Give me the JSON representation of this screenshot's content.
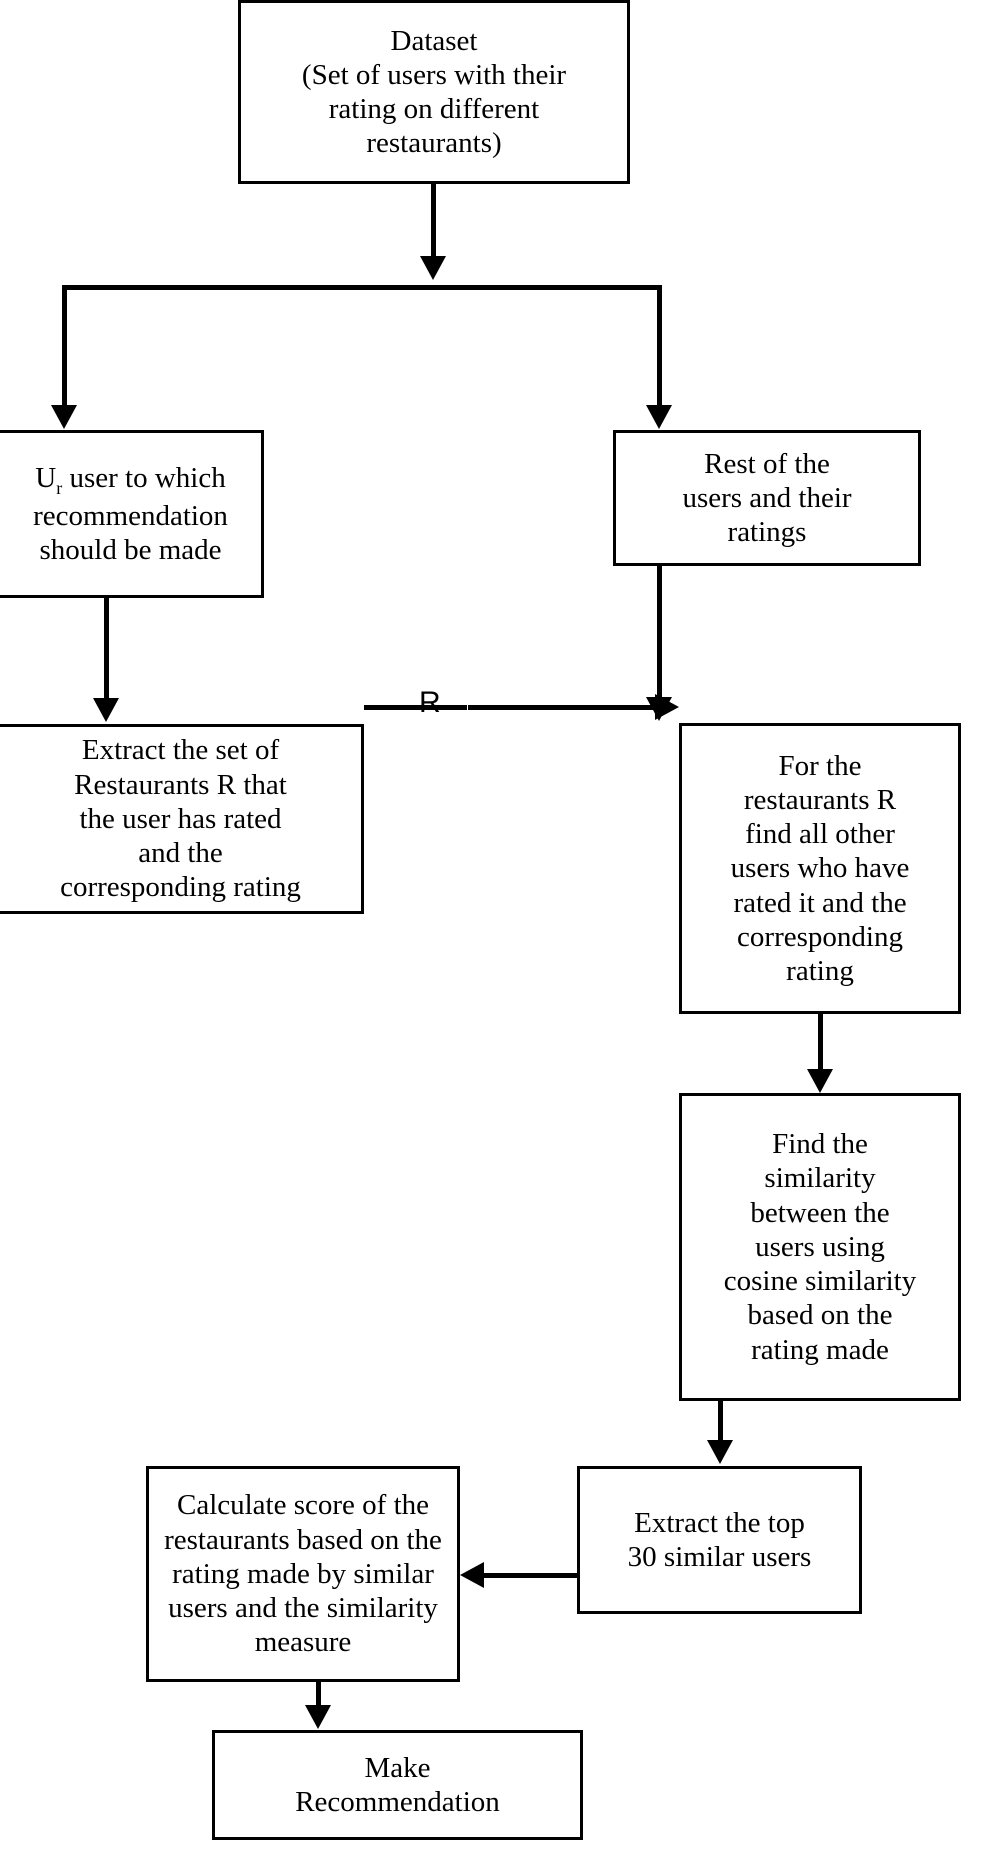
{
  "diagram": {
    "title": "Restaurant Recommendation System Flowchart",
    "background_color": "#ffffff",
    "stroke_color": "#000000",
    "nodes": {
      "dataset": {
        "label": "Dataset\n(Set of users with their\nrating on different\nrestaurants)"
      },
      "target_user": {
        "label_prefix": "U",
        "label_subscript": "r",
        "label_rest": " user to which\nrecommendation\nshould be made"
      },
      "rest_users": {
        "label": "Rest of the\nusers and their\nratings"
      },
      "extract_restaurants": {
        "label": "Extract the set of\nRestaurants R that\nthe user has rated\nand the\ncorresponding rating"
      },
      "find_other_users": {
        "label": "For the\nrestaurants R\nfind all other\nusers who have\nrated it and the\ncorresponding\nrating"
      },
      "find_similarity": {
        "label": "Find the\nsimilarity\nbetween the\nusers using\ncosine similarity\nbased on the\nrating made"
      },
      "top_similar_users": {
        "label": "Extract the top\n30 similar users"
      },
      "calculate_score": {
        "label": "Calculate score of the\nrestaurants based on the\nrating made by similar\nusers and the similarity\nmeasure"
      },
      "make_recommendation": {
        "label": "Make\nRecommendation"
      }
    },
    "edges": [
      {
        "id": "dataset-to-split",
        "label": ""
      },
      {
        "id": "split-to-target",
        "label": ""
      },
      {
        "id": "split-to-rest",
        "label": ""
      },
      {
        "id": "target-to-extract",
        "label": ""
      },
      {
        "id": "rest-to-find-users",
        "label": ""
      },
      {
        "id": "extract-to-find",
        "label": "R"
      },
      {
        "id": "find-to-similarity",
        "label": ""
      },
      {
        "id": "similarity-to-top30",
        "label": ""
      },
      {
        "id": "top30-to-calc",
        "label": ""
      },
      {
        "id": "calc-to-make-rec",
        "label": ""
      }
    ],
    "edge_labels": {
      "restaurant_set": "R"
    }
  }
}
